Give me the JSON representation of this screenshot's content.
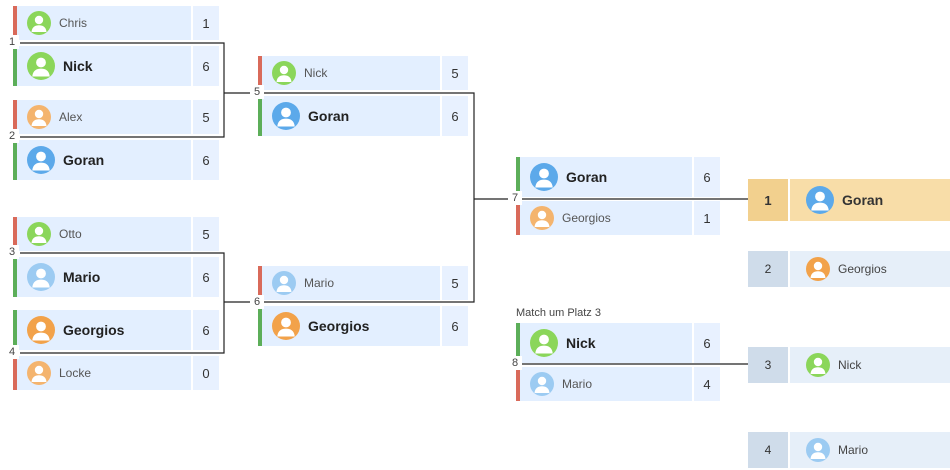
{
  "colors": {
    "green": "#8bd65a",
    "blue": "#5ca9ea",
    "orange": "#f2a24a",
    "peach": "#f4b46e",
    "light_blue": "#9ccbf2",
    "win_bar": "#5cae59",
    "lose_bar": "#d96a5a",
    "gold": "#f8dda8"
  },
  "round1": [
    {
      "num": "1",
      "top": {
        "name": "Chris",
        "score": "1",
        "avatar": "green"
      },
      "bottom": {
        "name": "Nick",
        "score": "6",
        "avatar": "green"
      },
      "winner": "bottom"
    },
    {
      "num": "2",
      "top": {
        "name": "Alex",
        "score": "5",
        "avatar": "peach"
      },
      "bottom": {
        "name": "Goran",
        "score": "6",
        "avatar": "blue"
      },
      "winner": "bottom"
    },
    {
      "num": "3",
      "top": {
        "name": "Otto",
        "score": "5",
        "avatar": "green"
      },
      "bottom": {
        "name": "Mario",
        "score": "6",
        "avatar": "light_blue"
      },
      "winner": "bottom"
    },
    {
      "num": "4",
      "top": {
        "name": "Georgios",
        "score": "6",
        "avatar": "orange"
      },
      "bottom": {
        "name": "Locke",
        "score": "0",
        "avatar": "peach"
      },
      "winner": "top"
    }
  ],
  "round2": [
    {
      "num": "5",
      "top": {
        "name": "Nick",
        "score": "5",
        "avatar": "green"
      },
      "bottom": {
        "name": "Goran",
        "score": "6",
        "avatar": "blue"
      },
      "winner": "bottom"
    },
    {
      "num": "6",
      "top": {
        "name": "Mario",
        "score": "5",
        "avatar": "light_blue"
      },
      "bottom": {
        "name": "Georgios",
        "score": "6",
        "avatar": "orange"
      },
      "winner": "bottom"
    }
  ],
  "final": {
    "num": "7",
    "top": {
      "name": "Goran",
      "score": "6",
      "avatar": "blue"
    },
    "bottom": {
      "name": "Georgios",
      "score": "1",
      "avatar": "peach"
    },
    "winner": "top"
  },
  "third_place": {
    "label": "Match um Platz 3",
    "num": "8",
    "top": {
      "name": "Nick",
      "score": "6",
      "avatar": "green"
    },
    "bottom": {
      "name": "Mario",
      "score": "4",
      "avatar": "light_blue"
    },
    "winner": "top"
  },
  "ranking": [
    {
      "pos": "1",
      "name": "Goran",
      "avatar": "blue"
    },
    {
      "pos": "2",
      "name": "Georgios",
      "avatar": "orange"
    },
    {
      "pos": "3",
      "name": "Nick",
      "avatar": "green"
    },
    {
      "pos": "4",
      "name": "Mario",
      "avatar": "light_blue"
    }
  ]
}
